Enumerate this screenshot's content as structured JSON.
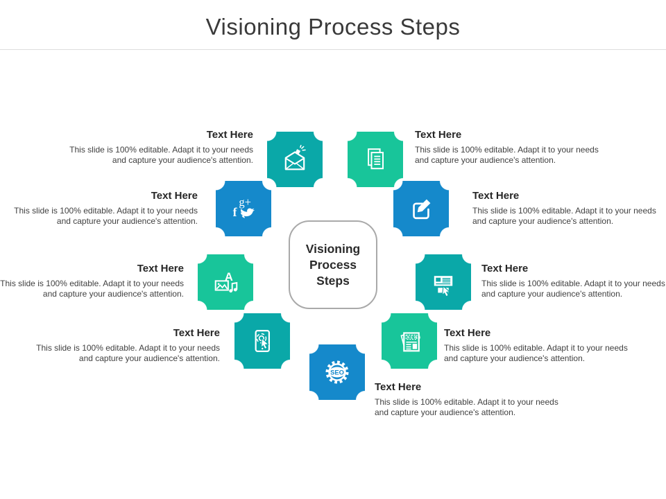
{
  "slide": {
    "title": "Visioning Process Steps"
  },
  "center": {
    "label": "Visioning Process Steps"
  },
  "colors": {
    "teal": "#0AA8A8",
    "green": "#18C59A",
    "blue": "#1589CB"
  },
  "items": [
    {
      "id": "email-marketing",
      "icon": "email-marketing-icon",
      "color": "teal",
      "heading": "Text Here",
      "body": "This slide is 100% editable. Adapt it to your needs and capture your audience's attention."
    },
    {
      "id": "documents",
      "icon": "documents-icon",
      "color": "green",
      "heading": "Text Here",
      "body": "This slide is 100% editable. Adapt it to your needs and capture your audience's attention."
    },
    {
      "id": "social-media",
      "icon": "social-media-icon",
      "color": "blue",
      "heading": "Text Here",
      "body": "This slide is 100% editable. Adapt it to your needs and capture your audience's attention."
    },
    {
      "id": "edit-content",
      "icon": "edit-pencil-icon",
      "color": "blue",
      "heading": "Text Here",
      "body": "This slide is 100% editable. Adapt it to your needs and capture your audience's attention."
    },
    {
      "id": "multimedia",
      "icon": "multimedia-icon",
      "color": "green",
      "heading": "Text Here",
      "body": "This slide is 100% editable. Adapt it to your needs and capture your audience's attention."
    },
    {
      "id": "web-ad",
      "icon": "web-ad-cursor-icon",
      "color": "teal",
      "heading": "Text Here",
      "body": "This slide is 100% editable. Adapt it to your needs and capture your audience's attention."
    },
    {
      "id": "tablet-touch",
      "icon": "tablet-touch-icon",
      "color": "teal",
      "heading": "Text Here",
      "body": "This slide is 100% editable. Adapt it to your needs and capture your audience's attention."
    },
    {
      "id": "news",
      "icon": "newspaper-icon",
      "color": "green",
      "heading": "Text Here",
      "body": "This slide is 100% editable. Adapt it to your needs and capture your audience's attention."
    },
    {
      "id": "seo",
      "icon": "seo-gear-icon",
      "color": "blue",
      "heading": "Text Here",
      "body": "This slide is 100% editable. Adapt it to your needs and capture your audience's attention."
    }
  ]
}
